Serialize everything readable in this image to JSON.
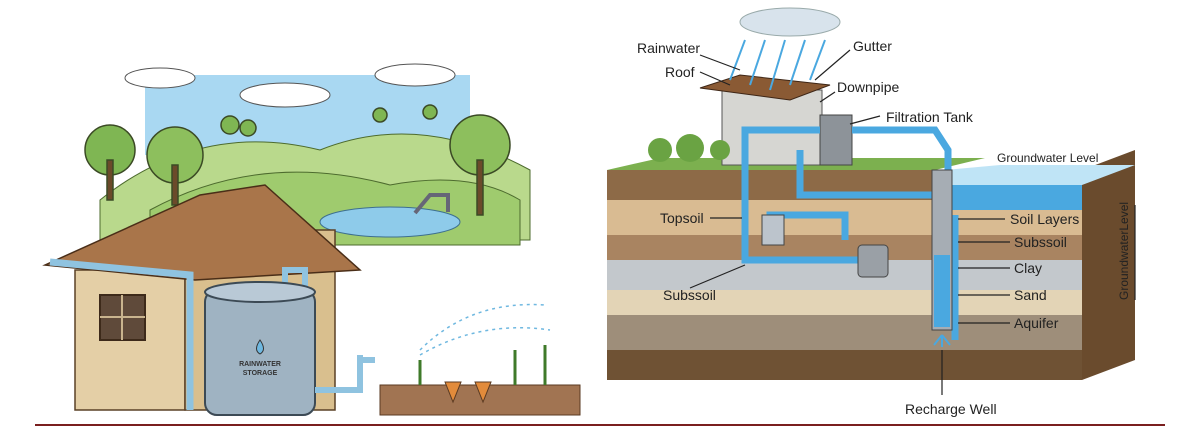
{
  "left_illustration": {
    "barrel_label_line1": "RAINWATER",
    "barrel_label_line2": "STORAGE"
  },
  "right_diagram": {
    "labels": {
      "rainwater": "Rainwater",
      "roof": "Roof",
      "gutter": "Gutter",
      "downpipe": "Downpipe",
      "filtration_tank": "Filtration Tank",
      "groundwater_level": "Groundwater Level",
      "topsoil": "Topsoil",
      "subsoil_left": "Subssoil",
      "soil_layers": "Soil Layers",
      "subsoil_right": "Subssoil",
      "clay": "Clay",
      "sand": "Sand",
      "aquifer": "Aquifer",
      "recharge_well": "Recharge Well",
      "groundwater_level_vertical": "GroundwaterLevel"
    }
  },
  "colors": {
    "water": "#4aa8e0",
    "sky": "#a9d8f2",
    "grass": "#8cc063",
    "divider": "#7a1f1f"
  }
}
